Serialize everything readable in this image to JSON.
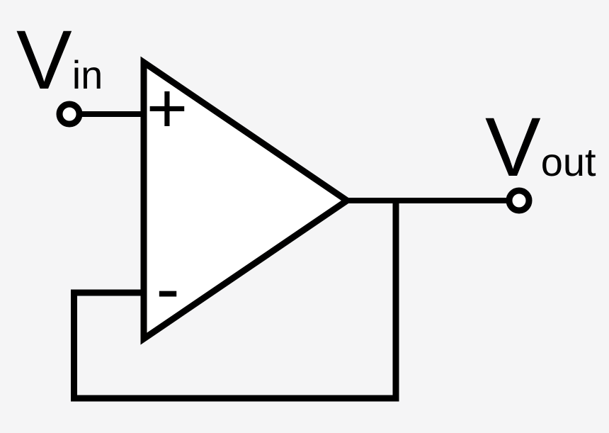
{
  "labels": {
    "input": {
      "base": "V",
      "subscript": "in"
    },
    "output": {
      "base": "V",
      "subscript": "out"
    }
  },
  "opamp": {
    "noninverting_symbol": "+",
    "inverting_symbol": "-"
  },
  "colors": {
    "background": "#f5f5f6",
    "line": "#000000",
    "opamp_fill": "#ffffff",
    "terminal_fill": "#ffffff"
  }
}
